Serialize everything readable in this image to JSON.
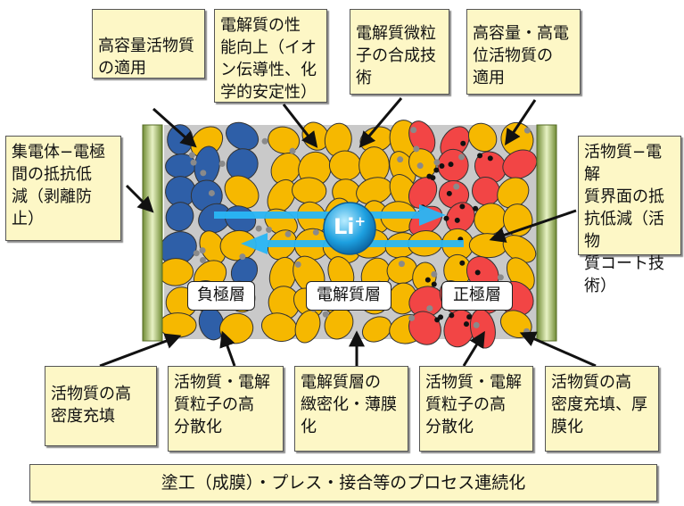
{
  "callouts": {
    "top_1": "高容量活物質\nの適用",
    "top_2": "電解質の性\n能向上（イオ\nン伝導性、化\n学的安定性）",
    "top_3": "電解質微粒\n子の合成技\n術",
    "top_4": "高容量・高電\n位活物質の\n適用",
    "left": "集電体−電極\n間の抵抗低\n減（剥離防\n止）",
    "right": "活物質−電解\n質界面の抵\n抗低減（活物\n質コート技\n術）",
    "bottom_1": "活物質の高\n密度充填",
    "bottom_2": "活物質・電解\n質粒子の高\n分散化",
    "bottom_3": "電解質層の\n緻密化・薄膜\n化",
    "bottom_4": "活物質・電解\n質粒子の高\n分散化",
    "bottom_5": "活物質の高\n密度充填、厚\n膜化"
  },
  "layers": {
    "anode": "負極層",
    "electrolyte": "電解質層",
    "cathode": "正極層"
  },
  "ion": {
    "symbol": "Li",
    "charge": "+"
  },
  "process_bar": "塗工（成膜）・プレス・接合等のプロセス連続化",
  "colors": {
    "anode_particle": "#2e5fa8",
    "electrolyte_particle": "#f6b800",
    "cathode_particle": "#f24545",
    "collector": "#9bb75a",
    "arrow_li": "#29b6f6",
    "callout_bg": "#fdf7c6"
  }
}
